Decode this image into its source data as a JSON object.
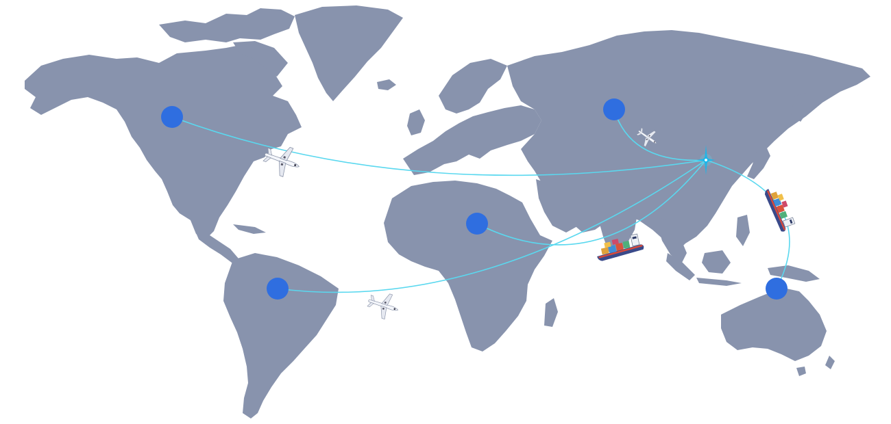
{
  "map": {
    "colors": {
      "background": "#ffffff",
      "land": "#8893ad",
      "route": "#5ad8ef",
      "node": "#2f6ee0",
      "hub": "#19b6ea"
    },
    "hub_icon": "sparkle-hub-icon",
    "nodes": [
      {
        "id": "north-america",
        "icon": "location-dot"
      },
      {
        "id": "south-america",
        "icon": "location-dot"
      },
      {
        "id": "africa",
        "icon": "location-dot"
      },
      {
        "id": "russia",
        "icon": "location-dot"
      },
      {
        "id": "australia",
        "icon": "location-dot"
      }
    ],
    "routes": [
      {
        "from": "hub",
        "to": "north-america",
        "mode": "air"
      },
      {
        "from": "hub",
        "to": "south-america",
        "mode": "air"
      },
      {
        "from": "hub",
        "to": "africa",
        "mode": "sea"
      },
      {
        "from": "hub",
        "to": "russia",
        "mode": "air"
      },
      {
        "from": "hub",
        "to": "australia",
        "mode": "sea"
      }
    ],
    "vehicles": [
      {
        "type": "airplane-icon"
      },
      {
        "type": "airplane-icon"
      },
      {
        "type": "airplane-icon"
      },
      {
        "type": "cargo-ship-icon"
      },
      {
        "type": "cargo-ship-icon"
      }
    ]
  }
}
